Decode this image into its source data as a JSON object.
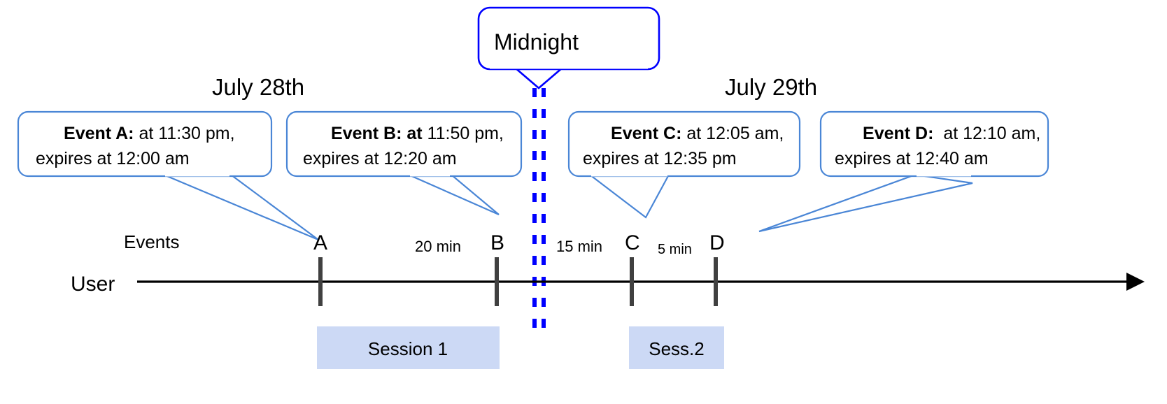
{
  "diagram": {
    "title": "Event expiry timeline across midnight",
    "colors": {
      "callout_border": "#4a86d6",
      "midnight_border": "#0000ff",
      "midnight_dash": "#0000ff",
      "session_fill": "#ccd9f5",
      "axis": "#000000",
      "tick": "#404040"
    }
  },
  "midnight_callout": {
    "label": "Midnight"
  },
  "dates": {
    "left": "July 28th",
    "right": "July 29th"
  },
  "callouts": [
    {
      "id": "event-a",
      "bold": "Event A:",
      "rest_line1": " at 11:30 pm,",
      "line2": "expires at 12:00 am",
      "points_to": "A"
    },
    {
      "id": "event-b",
      "bold": "Event B: at",
      "rest_line1": " 11:50 pm,",
      "line2": "expires at 12:20 am",
      "points_to": "B"
    },
    {
      "id": "event-c",
      "bold": "Event C:",
      "rest_line1": " at 12:05 am,",
      "line2": "expires at 12:35 pm",
      "points_to": "C"
    },
    {
      "id": "event-d",
      "bold": "Event D:",
      "rest_line1": "  at 12:10 am,",
      "line2": "expires at 12:40 am",
      "points_to": "D"
    }
  ],
  "axis": {
    "row_label_events": "Events",
    "row_label_user": "User"
  },
  "markers": [
    {
      "id": "A",
      "label": "A"
    },
    {
      "id": "B",
      "label": "B"
    },
    {
      "id": "C",
      "label": "C"
    },
    {
      "id": "D",
      "label": "D"
    }
  ],
  "intervals": [
    {
      "id": "a-to-b",
      "label": "20 min"
    },
    {
      "id": "b-to-c",
      "label": "15 min"
    },
    {
      "id": "c-to-d",
      "label": "5 min"
    }
  ],
  "sessions": [
    {
      "id": "session-1",
      "label": "Session 1"
    },
    {
      "id": "session-2",
      "label": "Sess.2"
    }
  ]
}
